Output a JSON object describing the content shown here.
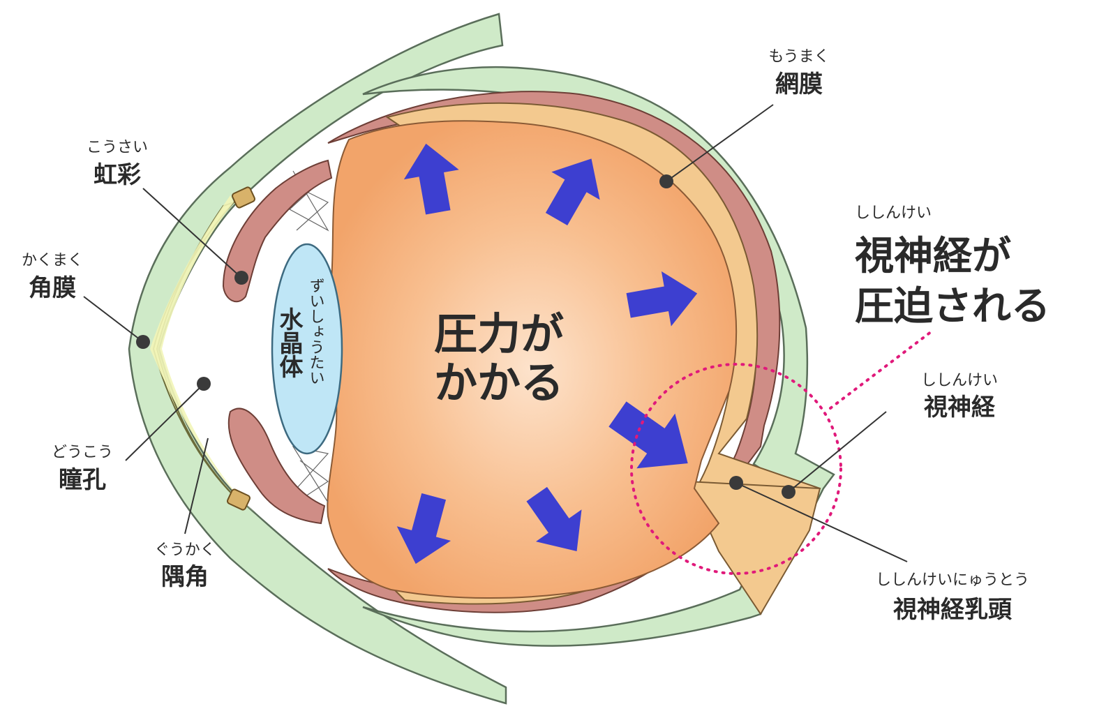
{
  "labels": {
    "retina": {
      "ruby": "もうまく",
      "text": "網膜"
    },
    "iris": {
      "ruby": "こうさい",
      "text": "虹彩"
    },
    "cornea": {
      "ruby": "かくまく",
      "text": "角膜"
    },
    "pupil": {
      "ruby": "どうこう",
      "text": "瞳孔"
    },
    "angle": {
      "ruby": "ぐうかく",
      "text": "隅角"
    },
    "lens": {
      "ruby": "ずいしょうたい",
      "text": "水晶体"
    },
    "optic_nerve": {
      "ruby": "ししんけい",
      "text": "視神経"
    },
    "optic_disc": {
      "ruby": "ししんけいにゅうとう",
      "text": "視神経乳頭"
    }
  },
  "callout": {
    "ruby": "ししんけい",
    "line1": "視神経が",
    "line2": "圧迫される"
  },
  "center_text": {
    "line1": "圧力が",
    "line2": "かかる"
  },
  "colors": {
    "sclera": "#cfeac8",
    "choroid": "#cf8d86",
    "retina_layer": "#f3c98f",
    "vitreous": "#f4a76d",
    "lens": "#bfe6f6",
    "cornea": "#f2f5b8",
    "arrow": "#3d3fd0",
    "dotted_circle": "#e0197a",
    "pointer": "#333333"
  }
}
